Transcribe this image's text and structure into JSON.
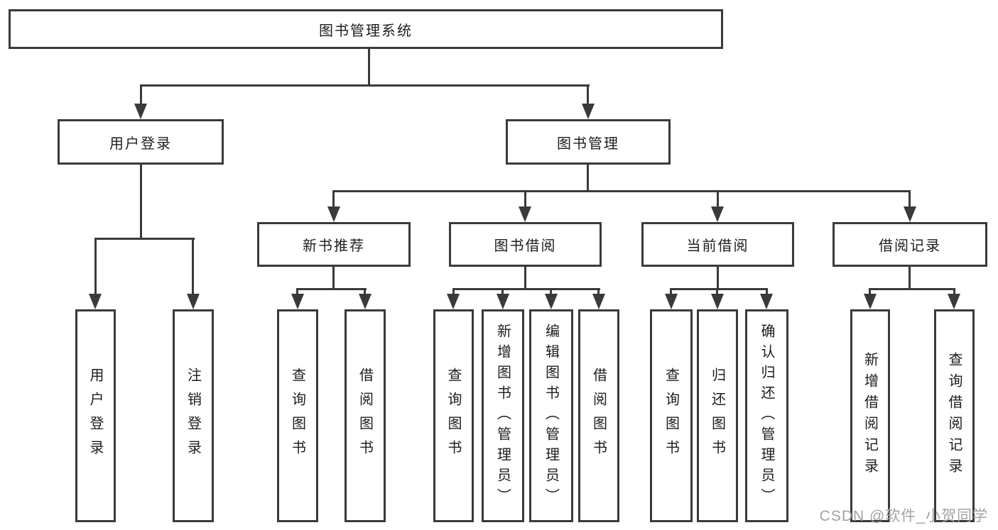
{
  "diagram": {
    "type": "hierarchy-tree",
    "title": "图书管理系统",
    "hierarchy": {
      "图书管理系统": {
        "用户登录": [
          "用户登录",
          "注销登录"
        ],
        "图书管理": {
          "新书推荐": [
            "查询图书",
            "借阅图书"
          ],
          "图书借阅": [
            "查询图书",
            "新增图书（管理员）",
            "编辑图书（管理员）",
            "借阅图书"
          ],
          "当前借阅": [
            "查询图书",
            "归还图书",
            "确认归还（管理员）"
          ],
          "借阅记录": [
            "新增借阅记录",
            "查询借阅记录"
          ]
        }
      }
    }
  },
  "colors": {
    "line": "#3a3a3c",
    "text": "#1d1d1f",
    "background": "#ffffff",
    "watermark": "#a3a3a3"
  },
  "watermark": {
    "text": "CSDN @软件_小贺同学"
  },
  "nodes": {
    "root": {
      "label": "图书管理系统"
    },
    "user_login": {
      "label": "用户登录"
    },
    "book_mgmt": {
      "label": "图书管理"
    },
    "new_book_rec": {
      "label": "新书推荐"
    },
    "book_borrow": {
      "label": "图书借阅"
    },
    "current_borrow": {
      "label": "当前借阅"
    },
    "borrow_record": {
      "label": "借阅记录"
    },
    "leaf_user_login": {
      "label": "用户登录"
    },
    "leaf_logout": {
      "label": "注销登录"
    },
    "leaf_query_book_rec": {
      "label": "查询图书"
    },
    "leaf_borrow_book_rec": {
      "label": "借阅图书"
    },
    "leaf_query_book_borrow": {
      "label": "查询图书"
    },
    "leaf_add_book": {
      "label": "新增图书（管理员）"
    },
    "leaf_edit_book": {
      "label": "编辑图书（管理员）"
    },
    "leaf_borrow_book": {
      "label": "借阅图书"
    },
    "leaf_query_book_current": {
      "label": "查询图书"
    },
    "leaf_return_book": {
      "label": "归还图书"
    },
    "leaf_confirm_return": {
      "label": "确认归还（管理员）"
    },
    "leaf_add_borrow_record": {
      "label": "新增借阅记录"
    },
    "leaf_query_borrow_record": {
      "label": "查询借阅记录"
    }
  }
}
